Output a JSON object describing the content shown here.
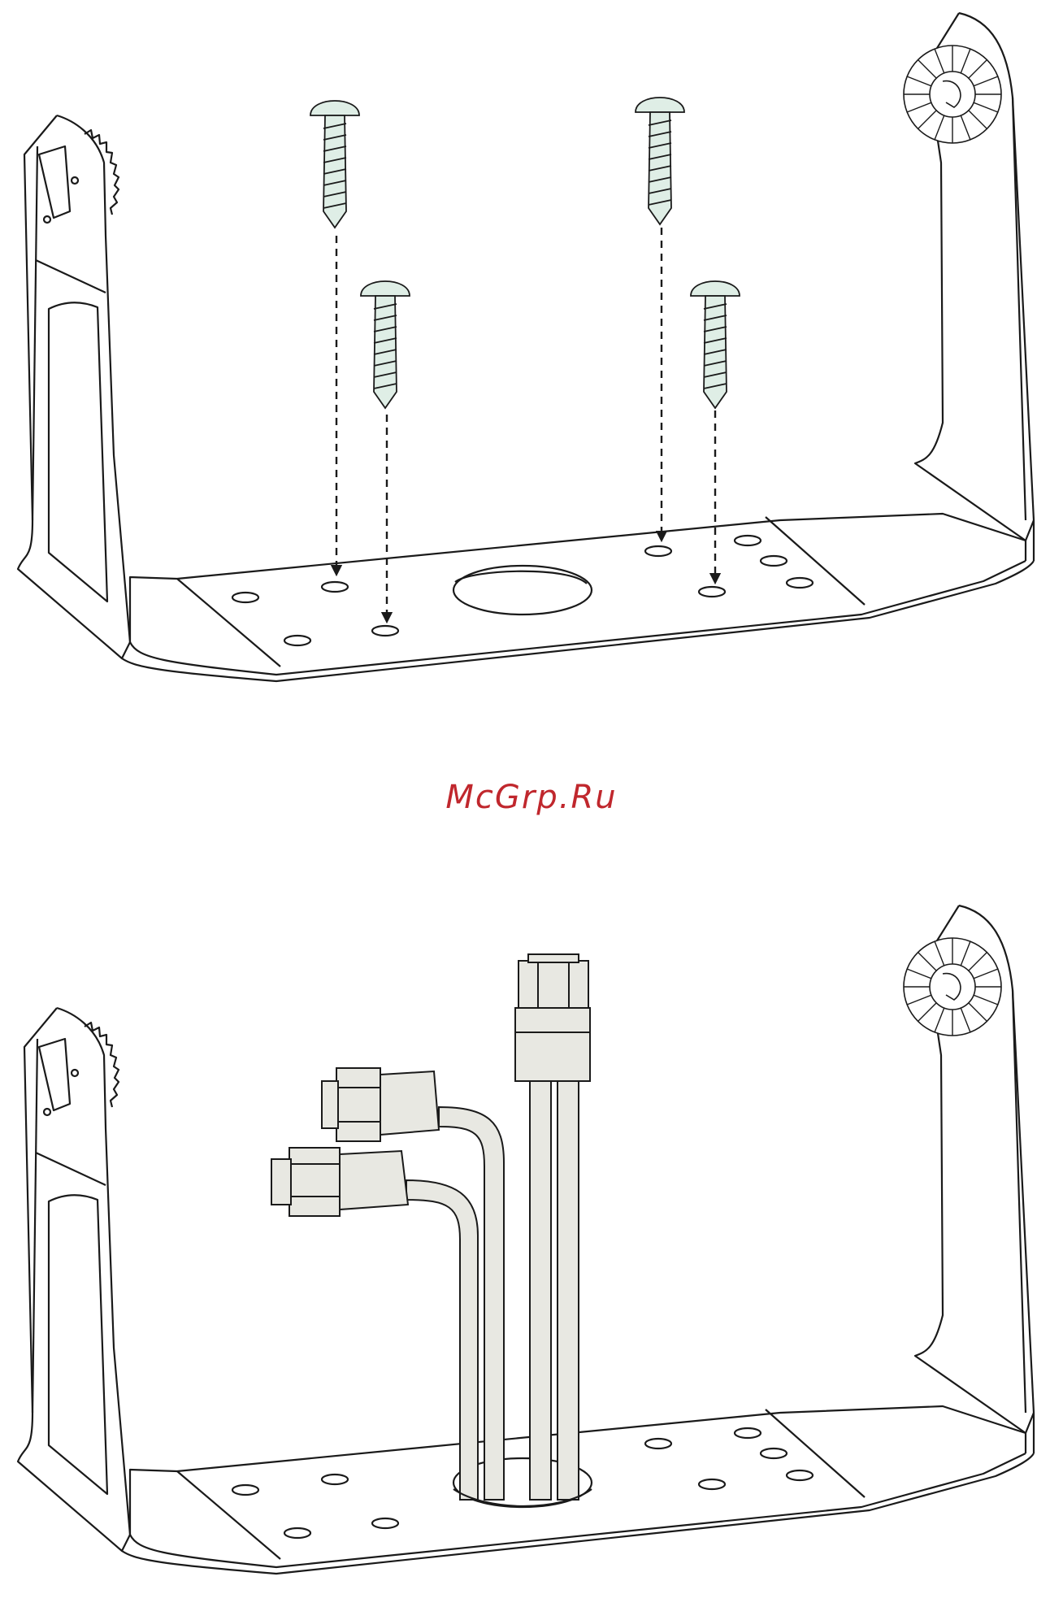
{
  "watermark": {
    "text": "McGrp.Ru",
    "color": "#c0272d"
  },
  "colors": {
    "line": "#1a1a1a",
    "screw_fill": "#dfeee6",
    "cable_fill": "#e8e8e2",
    "background": "#ffffff"
  },
  "figures": [
    {
      "name": "bracket-with-screws",
      "screw_count": 4,
      "icons": [
        "screw-icon",
        "dashed-arrow-icon",
        "mounting-bracket-icon",
        "knob-icon"
      ]
    },
    {
      "name": "bracket-with-cables",
      "connector_count": 3,
      "icons": [
        "cable-connector-icon",
        "mounting-bracket-icon",
        "knob-icon"
      ]
    }
  ]
}
